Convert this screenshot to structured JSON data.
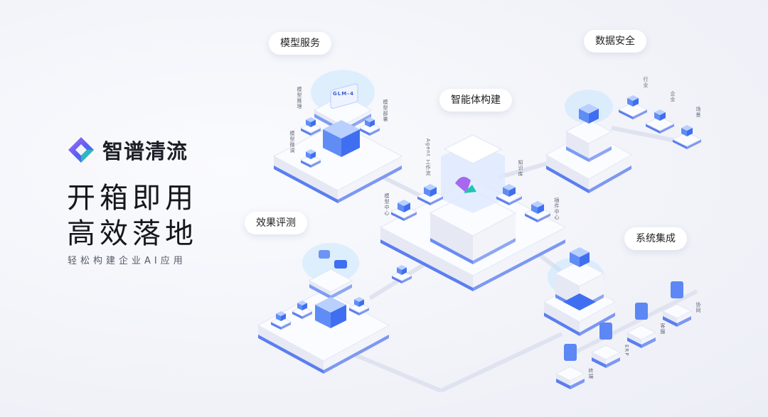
{
  "brand": {
    "name": "智谱清流",
    "colors": {
      "purple": "#8b5cf6",
      "blue": "#3b6cf6",
      "teal": "#22c3b4"
    }
  },
  "headline": [
    "开箱即用",
    "高效落地"
  ],
  "tagline": "轻松构建企业AI应用",
  "modules": {
    "model_service": {
      "title": "模型服务",
      "chip": "GLM-4",
      "items": [
        "模型推理",
        "模型微调",
        "模型部署"
      ]
    },
    "agent_build": {
      "title": "智能体构建",
      "items": [
        "Agent 工作流",
        "知识库",
        "模型中心",
        "插件中心"
      ]
    },
    "data_security": {
      "title": "数据安全",
      "items": [
        "行业",
        "企业",
        "场景"
      ]
    },
    "evaluation": {
      "title": "效果评测"
    },
    "system_integration": {
      "title": "系统集成",
      "items": [
        "协同",
        "客服",
        "ERP",
        "终端"
      ]
    }
  }
}
